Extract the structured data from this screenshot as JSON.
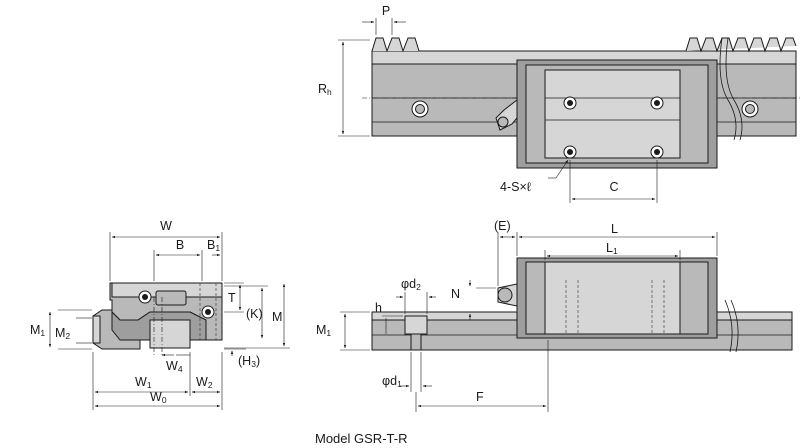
{
  "caption": "Model GSR-T-R",
  "top_view": {
    "pitch": "P",
    "rack_height": {
      "main": "R",
      "sub": "h"
    },
    "mounting_holes": "4-S×ℓ",
    "hole_pitch": "C"
  },
  "end_view": {
    "width": "W",
    "B": "B",
    "B1": {
      "main": "B",
      "sub": "1"
    },
    "T": "T",
    "K": "(K)",
    "M": "M",
    "M1": {
      "main": "M",
      "sub": "1"
    },
    "M2": {
      "main": "M",
      "sub": "2"
    },
    "W4": {
      "main": "W",
      "sub": "4"
    },
    "H3": {
      "main": "(H",
      "sub": "3",
      "close": ")"
    },
    "W1": {
      "main": "W",
      "sub": "1"
    },
    "W2": {
      "main": "W",
      "sub": "2"
    },
    "W0": {
      "main": "W",
      "sub": "0"
    }
  },
  "side_view": {
    "E": "(E)",
    "L": "L",
    "L1": {
      "main": "L",
      "sub": "1"
    },
    "d2": {
      "main": "φd",
      "sub": "2"
    },
    "N": "N",
    "h": "h",
    "M1": {
      "main": "M",
      "sub": "1"
    },
    "d1": {
      "main": "φd",
      "sub": "1"
    },
    "F": "F"
  }
}
